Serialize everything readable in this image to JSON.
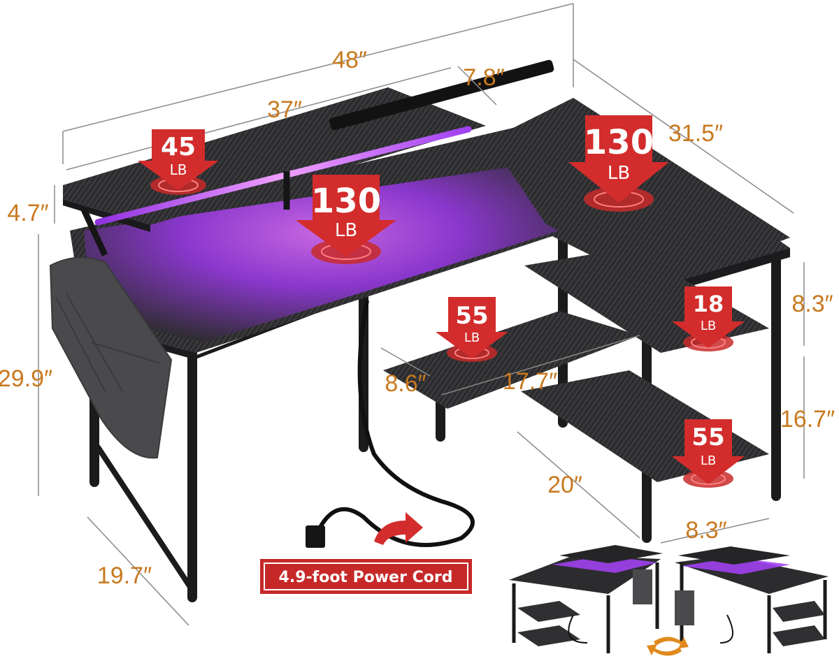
{
  "dimensions": {
    "total_width": "48″",
    "top_shelf_width": "37″",
    "side_gap": "7.8″",
    "return_length": "31.5″",
    "top_shelf_height": "4.7″",
    "desk_height": "29.9″",
    "depth": "19.7″",
    "upper_shelf_gap": "8.3″",
    "lower_shelf_gap": "16.7″",
    "shelf_depth": "20″",
    "shelf_width": "8.3″",
    "small_shelf_depth": "8.6″",
    "small_shelf_width": "17.7″"
  },
  "load_badges": [
    {
      "value": "45",
      "unit": "LB"
    },
    {
      "value": "130",
      "unit": "LB"
    },
    {
      "value": "130",
      "unit": "LB"
    },
    {
      "value": "55",
      "unit": "LB"
    },
    {
      "value": "18",
      "unit": "LB"
    },
    {
      "value": "55",
      "unit": "LB"
    }
  ],
  "power_cord_label": "4.9-foot Power Cord",
  "colors": {
    "dimension_text": "#c8791f",
    "badge_red": "#d32c2c",
    "desk_surface": "#2b2b2d",
    "led_glow": "#b040ff"
  }
}
